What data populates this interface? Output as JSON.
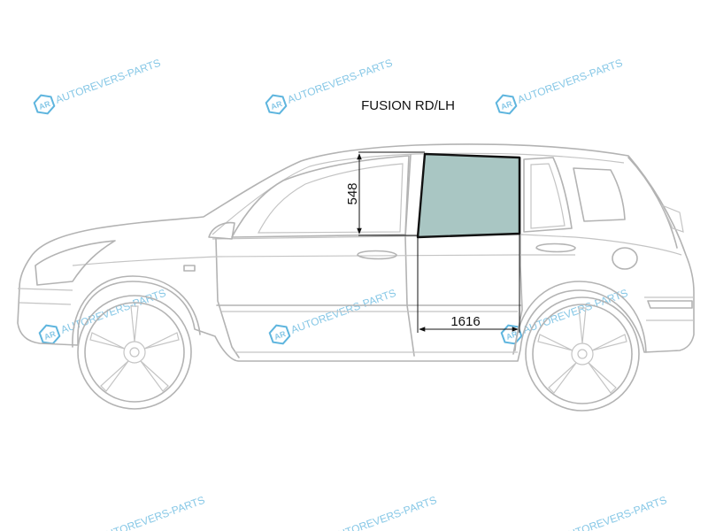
{
  "title": "FUSION RD/LH",
  "dimensions": {
    "height": "548",
    "width": "1616"
  },
  "watermark": {
    "text": "AUTOREVERS-PARTS",
    "badge": "AR"
  },
  "colors": {
    "glass": "#a9c6c3",
    "watermark": "#5eb5de",
    "outline": "#b3b3b3"
  }
}
